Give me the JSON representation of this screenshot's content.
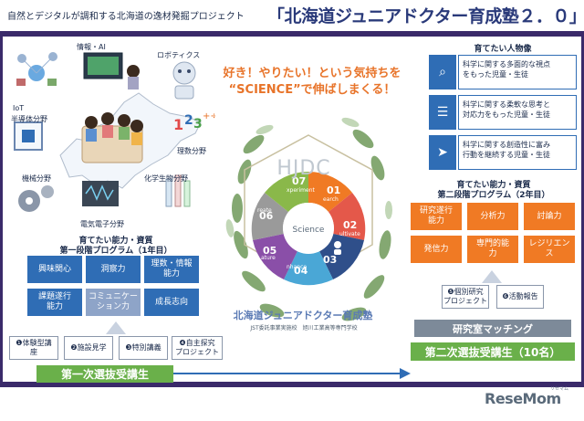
{
  "header": {
    "subtitle": "自然とデジタルが調和する北海道の逸材発掘プロジェクト",
    "title": "「北海道ジュニアドクター育成塾２．０」"
  },
  "slogan": {
    "line1": "好き！やりたい！という気持ちを",
    "line2": "“SCIENCE”で伸ばしまくる！"
  },
  "fields": {
    "iot": "IoT",
    "semiconductor": "半導体分野",
    "info_ai": "情報・AI",
    "robotics": "ロボティクス",
    "science": "理数分野",
    "mechanical": "機械分野",
    "chem_bio": "化学生物分野",
    "electrical": "電気電子分野"
  },
  "left_panel": {
    "title1": "育てたい能力・資質",
    "title2": "第一段階プログラム（1年目）",
    "cells": [
      "興味関心",
      "洞察力",
      "理数・情報\n能力",
      "課題遂行\n能力",
      "コミュニケー\nション力",
      "成長志向"
    ]
  },
  "steps": [
    "❶体験型講\n座",
    "❷施設見学",
    "❸特別講義",
    "❹自主探究\nプロジェクト"
  ],
  "first_selection": "第一次選抜受講生",
  "cycle": {
    "hjdc": "HJDC",
    "science": "Science",
    "segments": [
      "01",
      "02",
      "03",
      "04",
      "05",
      "06",
      "07"
    ],
    "segment_words": [
      "earch",
      "ultivate",
      "",
      "nhance",
      "ature",
      "reate",
      "xperiment"
    ],
    "title": "北海道ジュニアドクター育成塾",
    "org": "JST委託事業実施校　旭川工業高等専門学校"
  },
  "talent": {
    "title": "育てたい人物像",
    "rows": [
      {
        "icon": "magnifier-icon",
        "text": "科学に関する多面的な視点\nをもった児童・生徒"
      },
      {
        "icon": "thinking-icon",
        "text": "科学に関する柔軟な思考と\n対応力をもった児童・生徒"
      },
      {
        "icon": "running-icon",
        "text": "科学に関する創造性に富み\n行動を継続する児童・生徒"
      }
    ]
  },
  "right_panel": {
    "title1": "育てたい能力・資質",
    "title2": "第二段階プログラム（2年目）",
    "cells": [
      "研究遂行\n能力",
      "分析力",
      "討論力",
      "発信力",
      "専門的能\n力",
      "レジリエン\nス"
    ]
  },
  "right_steps": [
    "❺個別研究\nプロジェクト",
    "❻活動報告"
  ],
  "matching": "研究室マッチング",
  "second_selection": "第二次選抜受講生（10名）",
  "logo": {
    "main": "ReseMom",
    "sub": "リセマム"
  },
  "colors": {
    "frame": "#3a2a6a",
    "blue": "#2f6db5",
    "orange": "#f07a24",
    "green": "#6ab04a",
    "grey": "#7d8a99",
    "slogan": "#e8742a"
  }
}
